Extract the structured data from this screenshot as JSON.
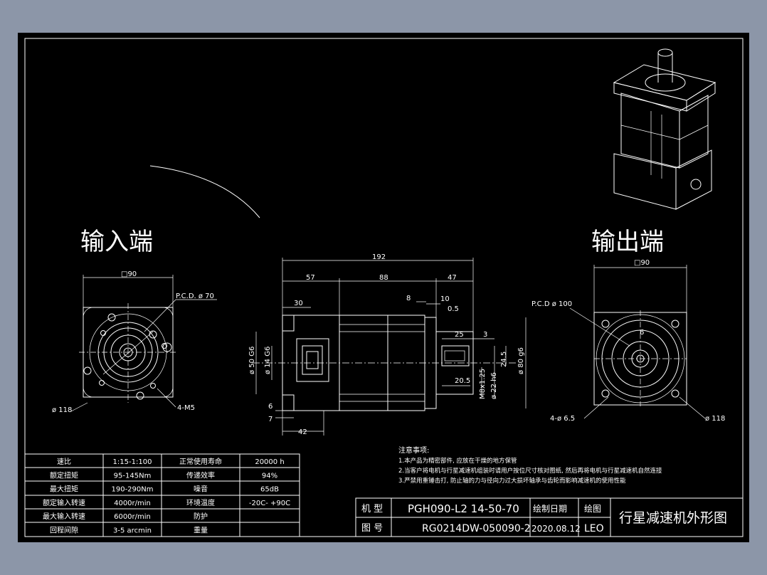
{
  "colors": {
    "background": "#8c96a8",
    "sheet": "#000000",
    "lines": "#ffffff"
  },
  "labels": {
    "input_end": "输入端",
    "output_end": "输出端"
  },
  "input_view": {
    "square": "□90",
    "pcd": "P.C.D. ø 70",
    "outer_dia": "ø 118",
    "holes": "4-M5"
  },
  "output_view": {
    "square": "□90",
    "pcd": "P.C.D ø 100",
    "outer_dia": "ø 118",
    "holes": "4-ø 6.5",
    "key": "6"
  },
  "side_view": {
    "total": "192",
    "d57": "57",
    "d88": "88",
    "d47": "47",
    "d30": "30",
    "d8": "8",
    "d10": "10",
    "d05": "0.5",
    "d25": "25",
    "d3": "3",
    "d205": "20.5",
    "d245": "24.5",
    "dia50": "ø 50 G6",
    "dia14": "ø 14 G6",
    "dia22": "ø 22 h6",
    "dia80": "ø 80 g6",
    "m8": "M8x1.25",
    "d6": "6",
    "d7": "7",
    "d42": "42"
  },
  "spec_table": {
    "rows": [
      {
        "l1": "速比",
        "v1": "1:15-1:100",
        "l2": "正常使用寿命",
        "v2": "20000  h"
      },
      {
        "l1": "额定扭矩",
        "v1": "95-145Nm",
        "l2": "传递效率",
        "v2": "94%"
      },
      {
        "l1": "最大扭矩",
        "v1": "190-290Nm",
        "l2": "噪音",
        "v2": "65dB"
      },
      {
        "l1": "额定输入转速",
        "v1": "4000r/min",
        "l2": "环境温度",
        "v2": "-20C- +90C"
      },
      {
        "l1": "最大输入转速",
        "v1": "6000r/min",
        "l2": "防护",
        "v2": ""
      },
      {
        "l1": "回程间隙",
        "v1": "3-5 arcmin",
        "l2": "重量",
        "v2": ""
      }
    ]
  },
  "notes": {
    "title": "注意事项:",
    "n1": "1.本产品为精密部件, 应放在干燥的地方保管",
    "n2": "2.当客户将电机与行星减速机组装时请用户按位尺寸核对图纸, 然后再将电机与行星减速机自然连接",
    "n3": "3.严禁用重锤击打, 防止轴的力与径向力过大损坏轴承与齿轮而影响减速机的使用性能"
  },
  "title_block": {
    "model_label": "机  型",
    "model_value": "PGH090-L2 14-50-70",
    "drawing_no_label": "图  号",
    "drawing_no_value": "RG0214DW-050090-2",
    "date_label": "绘制日期",
    "date_value": "2020.08.12",
    "drawer_label": "绘图",
    "drawer_value": "LEO",
    "title": "行星减速机外形图"
  }
}
